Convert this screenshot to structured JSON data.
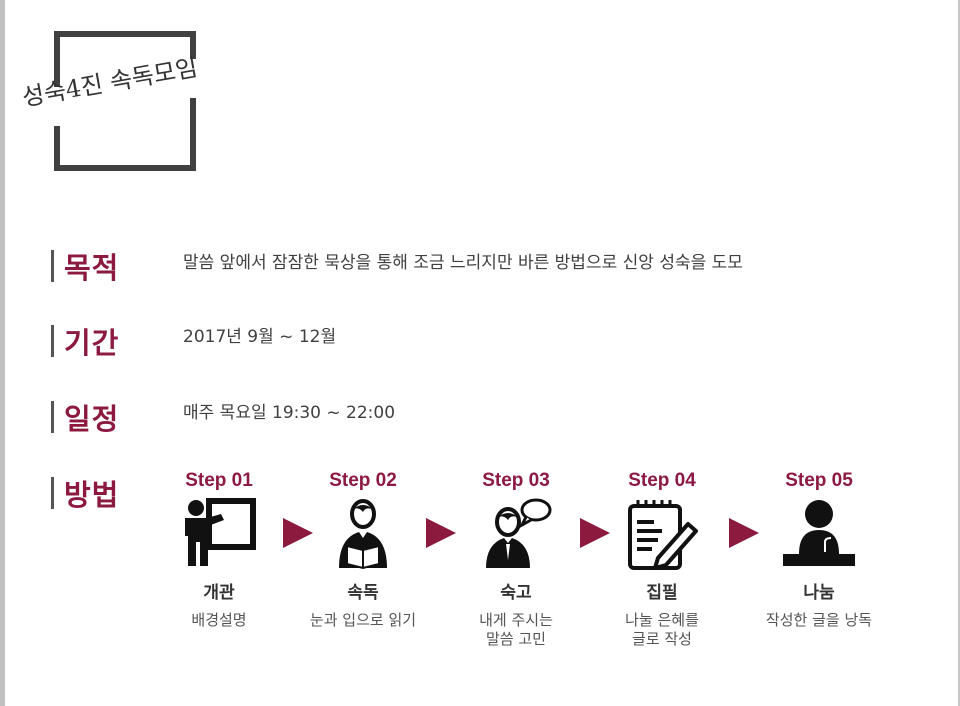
{
  "title": "성숙4진 속독모임",
  "sections": [
    {
      "label": "목적",
      "text": "말씀 앞에서 잠잠한 묵상을 통해 조금 느리지만 바른 방법으로 신앙 성숙을 도모"
    },
    {
      "label": "기간",
      "text": "2017년 9월 ~ 12월"
    },
    {
      "label": "일정",
      "text": "매주 목요일 19:30 ~ 22:00"
    },
    {
      "label": "방법",
      "text": ""
    }
  ],
  "steps": [
    {
      "step": "Step 01",
      "icon": "presentation-board-icon",
      "name": "개관",
      "desc_lines": [
        "배경설명"
      ]
    },
    {
      "step": "Step 02",
      "icon": "person-reading-icon",
      "name": "속독",
      "desc_lines": [
        "눈과 입으로 읽기"
      ]
    },
    {
      "step": "Step 03",
      "icon": "person-speech-bubble-icon",
      "name": "숙고",
      "desc_lines": [
        "내게 주시는",
        "말씀 고민"
      ]
    },
    {
      "step": "Step 04",
      "icon": "notepad-pencil-icon",
      "name": "집필",
      "desc_lines": [
        "나눌 은혜를",
        "글로 작성"
      ]
    },
    {
      "step": "Step 05",
      "icon": "speaker-podium-icon",
      "name": "나눔",
      "desc_lines": [
        "작성한 글을 낭독"
      ]
    }
  ],
  "colors": {
    "accent": "#8c1a3f",
    "frame": "#404040",
    "text": "#404040"
  }
}
